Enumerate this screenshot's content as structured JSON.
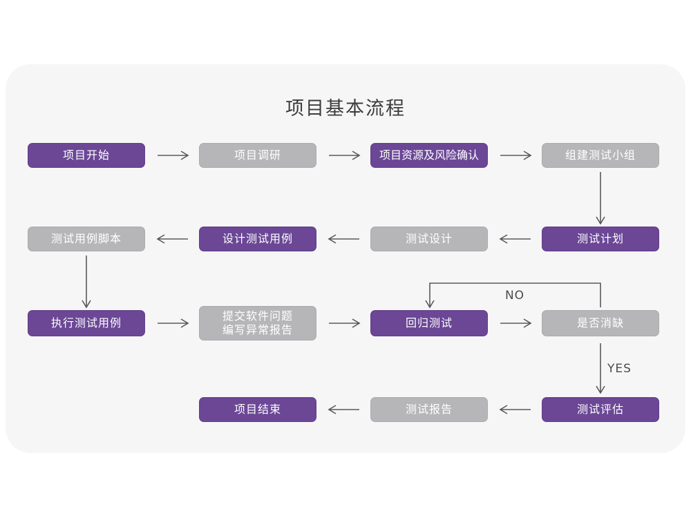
{
  "title": "项目基本流程",
  "theme": {
    "accent_purple": "#6B4796",
    "box_gray": "#B6B6B8",
    "panel_bg": "#F6F6F7",
    "arrow_color": "#58585A",
    "box_text": "#FFFFFF",
    "title_color": "#3C3C3E"
  },
  "edge_labels": {
    "no": "NO",
    "yes": "YES"
  },
  "nodes": {
    "project_start": {
      "label": "项目开始"
    },
    "project_research": {
      "label": "项目调研"
    },
    "resource_risk": {
      "label": "项目资源及风险确认"
    },
    "build_team": {
      "label": "组建测试小组"
    },
    "test_plan": {
      "label": "测试计划"
    },
    "test_design": {
      "label": "测试设计"
    },
    "design_cases": {
      "label": "设计测试用例"
    },
    "case_scripts": {
      "label": "测试用例脚本"
    },
    "execute_cases": {
      "label": "执行测试用例"
    },
    "submit_issues": {
      "label": "提交软件问题\n编写异常报告"
    },
    "regression_test": {
      "label": "回归测试"
    },
    "defect_cleared": {
      "label": "是否消缺"
    },
    "test_evaluation": {
      "label": "测试评估"
    },
    "test_report": {
      "label": "测试报告"
    },
    "project_end": {
      "label": "项目结束"
    }
  }
}
